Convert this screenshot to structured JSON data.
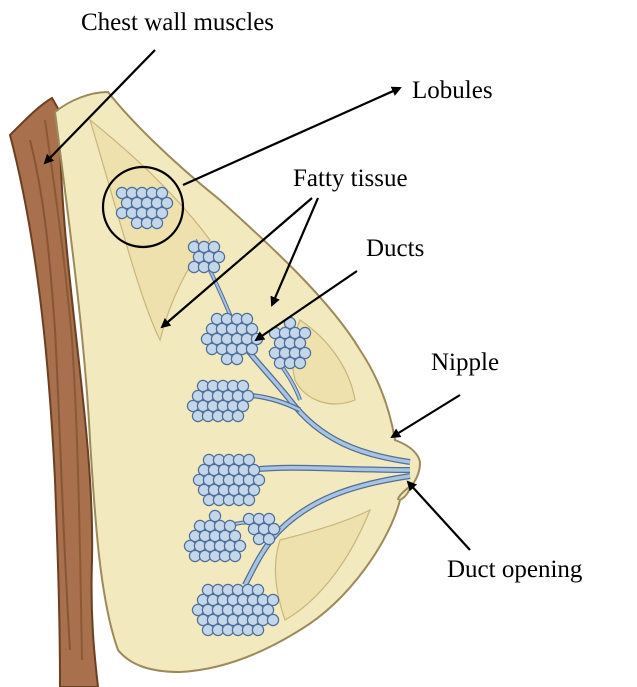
{
  "labels": {
    "chest_wall_muscles": "Chest wall muscles",
    "lobules": "Lobules",
    "fatty_tissue": "Fatty tissue",
    "ducts": "Ducts",
    "nipple": "Nipple",
    "duct_opening": "Duct opening"
  },
  "colors": {
    "muscle": "#a8704d",
    "muscle_dark": "#6b3f22",
    "fat": "#f3e9bf",
    "fat_outline": "#9c8a5a",
    "lobule_fill": "#c3d6ea",
    "lobule_stroke": "#4f6f99",
    "duct": "#a9c3e0",
    "arrow": "#000000"
  }
}
